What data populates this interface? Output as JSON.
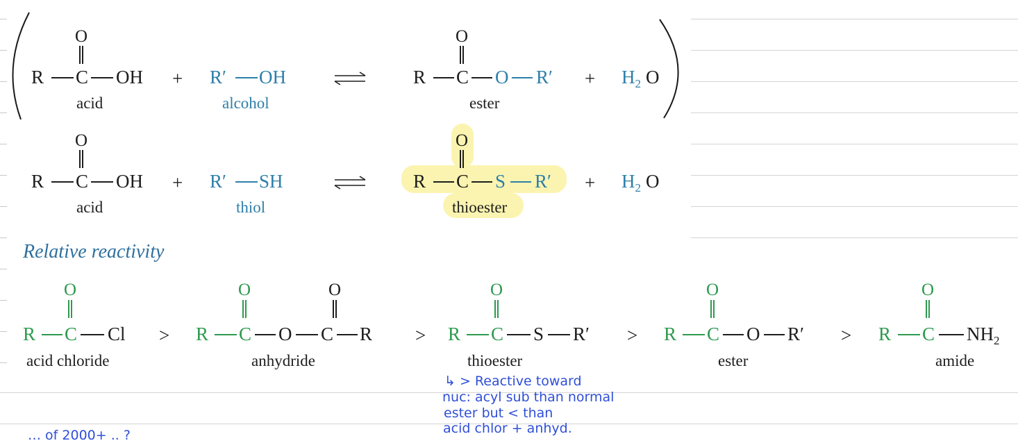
{
  "reaction_esterification": {
    "acid_formula": [
      "R",
      "C",
      "OH"
    ],
    "acid_oxygen": "O",
    "acid_label": "acid",
    "plus": "+",
    "alcohol_formula": [
      "R′",
      "OH"
    ],
    "alcohol_label": "alcohol",
    "ester_formula": [
      "R",
      "C",
      "O",
      "R′"
    ],
    "ester_oxygen": "O",
    "ester_label": "ester",
    "water": "H",
    "water_sub": "2",
    "water_o": "O"
  },
  "reaction_thioester": {
    "acid_formula": [
      "R",
      "C",
      "OH"
    ],
    "acid_oxygen": "O",
    "acid_label": "acid",
    "plus": "+",
    "thiol_formula": [
      "R′",
      "SH"
    ],
    "thiol_label": "thiol",
    "thioester_formula": [
      "R",
      "C",
      "S",
      "R′"
    ],
    "thioester_oxygen": "O",
    "thioester_label": "thioester",
    "water": "H",
    "water_sub": "2",
    "water_o": "O"
  },
  "relative_reactivity": {
    "heading": "Relative reactivity",
    "gt": ">",
    "acid_chloride": {
      "formula": [
        "R",
        "C",
        "Cl"
      ],
      "oxygen": "O",
      "label": "acid chloride"
    },
    "anhydride": {
      "formula": [
        "R",
        "C",
        "O",
        "C",
        "R"
      ],
      "oxygen": "O",
      "label": "anhydride"
    },
    "thioester": {
      "formula": [
        "R",
        "C",
        "S",
        "R′"
      ],
      "oxygen": "O",
      "label": "thioester"
    },
    "ester": {
      "formula": [
        "R",
        "C",
        "O",
        "R′"
      ],
      "oxygen": "O",
      "label": "ester"
    },
    "amide": {
      "formula": [
        "R",
        "C",
        "NH"
      ],
      "sub": "2",
      "oxygen": "O",
      "label": "amide"
    }
  },
  "handwritten_notes": {
    "thioester_note": [
      "↳ > Reactive toward",
      "nuc: acyl sub than normal",
      "ester but < than",
      "acid chlor + anhyd."
    ],
    "bottom_note": "… of 2000+ .. ?"
  },
  "colors": {
    "black": "#1d1d1d",
    "blue": "#2e7fa8",
    "green": "#2d9a4e",
    "highlight": "#fbf4b0",
    "handwriting": "#2f4fd8",
    "ruled_line": "#d4d4d4"
  }
}
